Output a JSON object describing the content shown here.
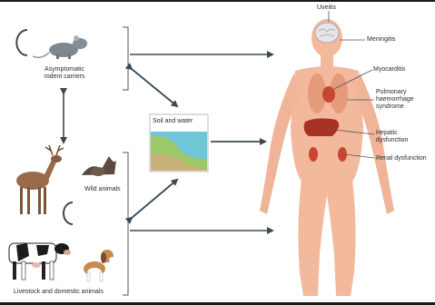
{
  "sources": {
    "rodents": "Asymptomatic\nrodent carriers",
    "wild": "Wild animals",
    "livestock": "Livestock and domestic animals"
  },
  "environment": {
    "label": "Soil and water"
  },
  "organs": [
    "Uveitis",
    "Meningitis",
    "Myocarditis",
    "Pulmonary\nhaemorrhage\nsyndrome",
    "Hepatic\ndysfunction",
    "Renal dysfunction"
  ],
  "colors": {
    "skin": "#f2b99c",
    "skin_dark": "#e59a7c",
    "organ_red": "#c84631",
    "liver": "#a83224",
    "water": "#6ec6d6",
    "grass": "#9cc86a",
    "soil": "#c8b178",
    "arrow": "#3b4a55"
  },
  "icons": [
    "rat-icon",
    "deer-icon",
    "bat-icon",
    "cow-icon",
    "dog-icon",
    "cycle-arrow-icon"
  ]
}
